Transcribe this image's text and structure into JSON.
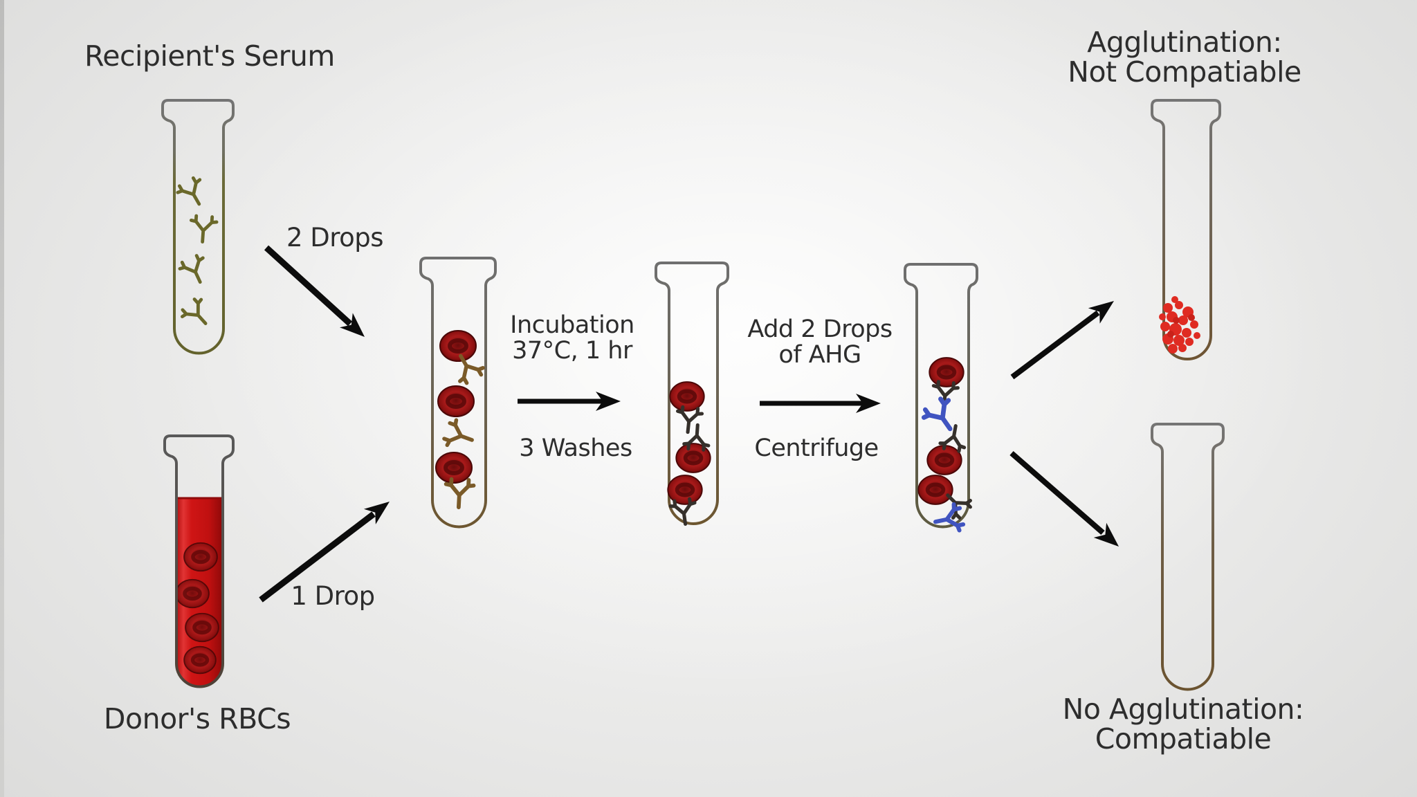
{
  "diagram": {
    "source_tubes": {
      "serum": {
        "label": "Recipient's Serum",
        "drops": "2 Drops"
      },
      "rbc": {
        "label": "Donor's RBCs",
        "drops": "1 Drop"
      }
    },
    "steps": {
      "incubation": {
        "line1": "Incubation",
        "line2": "37°C, 1 hr",
        "below_arrow": "3 Washes"
      },
      "ahg": {
        "line1": "Add 2 Drops",
        "line2": "of AHG",
        "below_arrow": "Centrifuge"
      }
    },
    "outcomes": {
      "positive": {
        "line1": "Agglutination:",
        "line2": "Not Compatiable"
      },
      "negative": {
        "line1": "No Agglutination:",
        "line2": "Compatiable"
      }
    }
  },
  "icons": {
    "test-tube-icon": "glass test tube outline with flared lip",
    "antibody-y-icon": "Y-shaped antibody",
    "red-blood-cell-icon": "red biconcave blood cell torus",
    "ahg-antibody-icon": "blue anti-human-globulin Y antibody",
    "agglutinate-clump-icon": "clumped red cell aggregate",
    "arrow-icon": "black process arrow"
  },
  "colors": {
    "background": "#e9e9e8",
    "text": "#2d2d2d",
    "arrow": "#0c0c0c",
    "rbc_red": "#a81a1a",
    "blood_fill": "#cf1515",
    "serum_antibody_olive": "#6a682a",
    "mixed_antibody_brown": "#7a5a28",
    "bound_antibody_dark": "#35302b",
    "ahg_blue": "#4054c0",
    "agglutinate_red": "#df2b22",
    "tube_glass_gray": "#707070",
    "tube_glass_brown": "#6b5532"
  }
}
